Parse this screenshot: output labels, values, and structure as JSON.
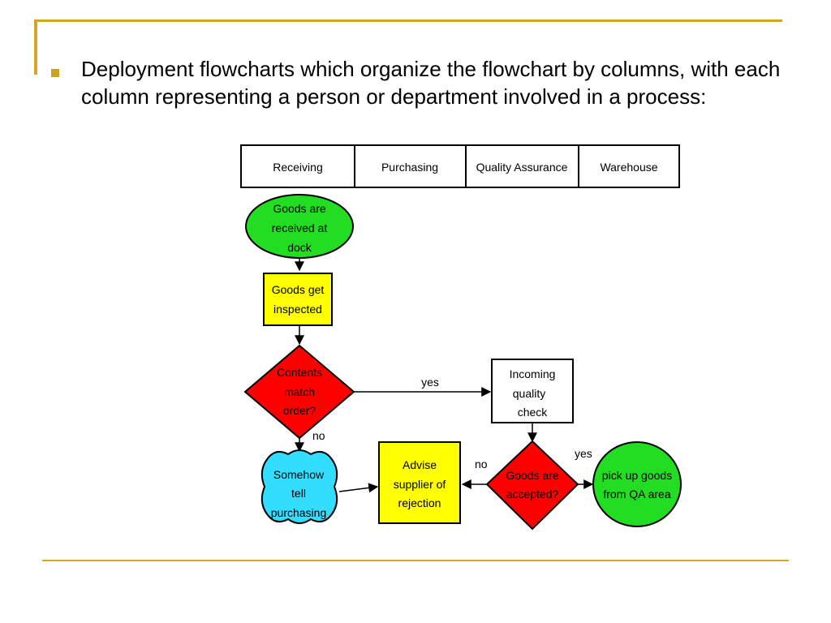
{
  "slide": {
    "bullet_text": "Deployment flowcharts which organize the flowchart by columns, with each column representing a person or department involved in a process:"
  },
  "flowchart": {
    "columns": [
      "Receiving",
      "Purchasing",
      "Quality Assurance",
      "Warehouse"
    ],
    "nodes": {
      "start": {
        "shape": "ellipse",
        "color": "#22dd22",
        "lines": [
          "Goods are",
          "received at",
          "dock"
        ]
      },
      "inspect": {
        "shape": "rectangle",
        "color": "#ffff00",
        "lines": [
          "Goods get",
          "inspected"
        ]
      },
      "contents_match": {
        "shape": "diamond",
        "color": "#ff0000",
        "lines": [
          "Contents",
          "match",
          "order?"
        ]
      },
      "qa_check": {
        "shape": "rectangle",
        "color": "#ffffff",
        "lines": [
          "Incoming",
          "quality",
          "check"
        ]
      },
      "tell_purchasing": {
        "shape": "cloud",
        "color": "#33ddff",
        "lines": [
          "Somehow",
          "tell",
          "purchasing"
        ]
      },
      "advise_supplier": {
        "shape": "rectangle",
        "color": "#ffff00",
        "lines": [
          "Advise",
          "supplier of",
          "rejection"
        ]
      },
      "goods_accepted": {
        "shape": "diamond",
        "color": "#ff0000",
        "lines": [
          "Goods are",
          "accepted?"
        ]
      },
      "pickup": {
        "shape": "ellipse",
        "color": "#22dd22",
        "lines": [
          "pick up goods",
          "from QA area"
        ]
      }
    },
    "edge_labels": {
      "yes_to_qa": "yes",
      "no_to_tell": "no",
      "no_to_advise": "no",
      "yes_to_pickup": "yes"
    }
  }
}
